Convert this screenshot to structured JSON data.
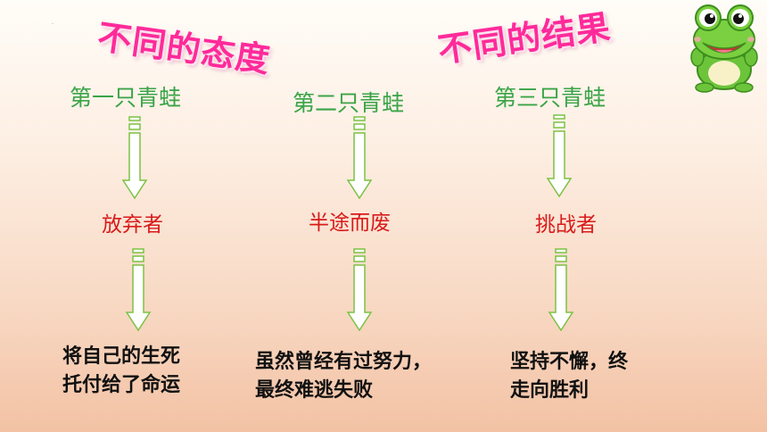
{
  "titles": {
    "attitude": "不同的态度",
    "result": "不同的结果"
  },
  "frogs": [
    {
      "name": "第一只青蛙",
      "role": "放弃者",
      "result_line1": "将自己的生死",
      "result_line2": "托付给了命运"
    },
    {
      "name": "第二只青蛙",
      "role": "半途而废",
      "result_line1": "虽然曾经有过努力，",
      "result_line2": "最终难逃失败"
    },
    {
      "name": "第三只青蛙",
      "role": "挑战者",
      "result_line1": "坚持不懈，终",
      "result_line2": "走向胜利"
    }
  ],
  "colors": {
    "title": "#ff2a9a",
    "frog_name": "#3aa447",
    "role": "#d81b1b",
    "result": "#111111",
    "arrow_fill": "#ffffff",
    "arrow_stroke": "#7cc243"
  },
  "icons": {
    "frog": "cartoon-frog-icon",
    "arrow": "down-arrow-icon"
  }
}
